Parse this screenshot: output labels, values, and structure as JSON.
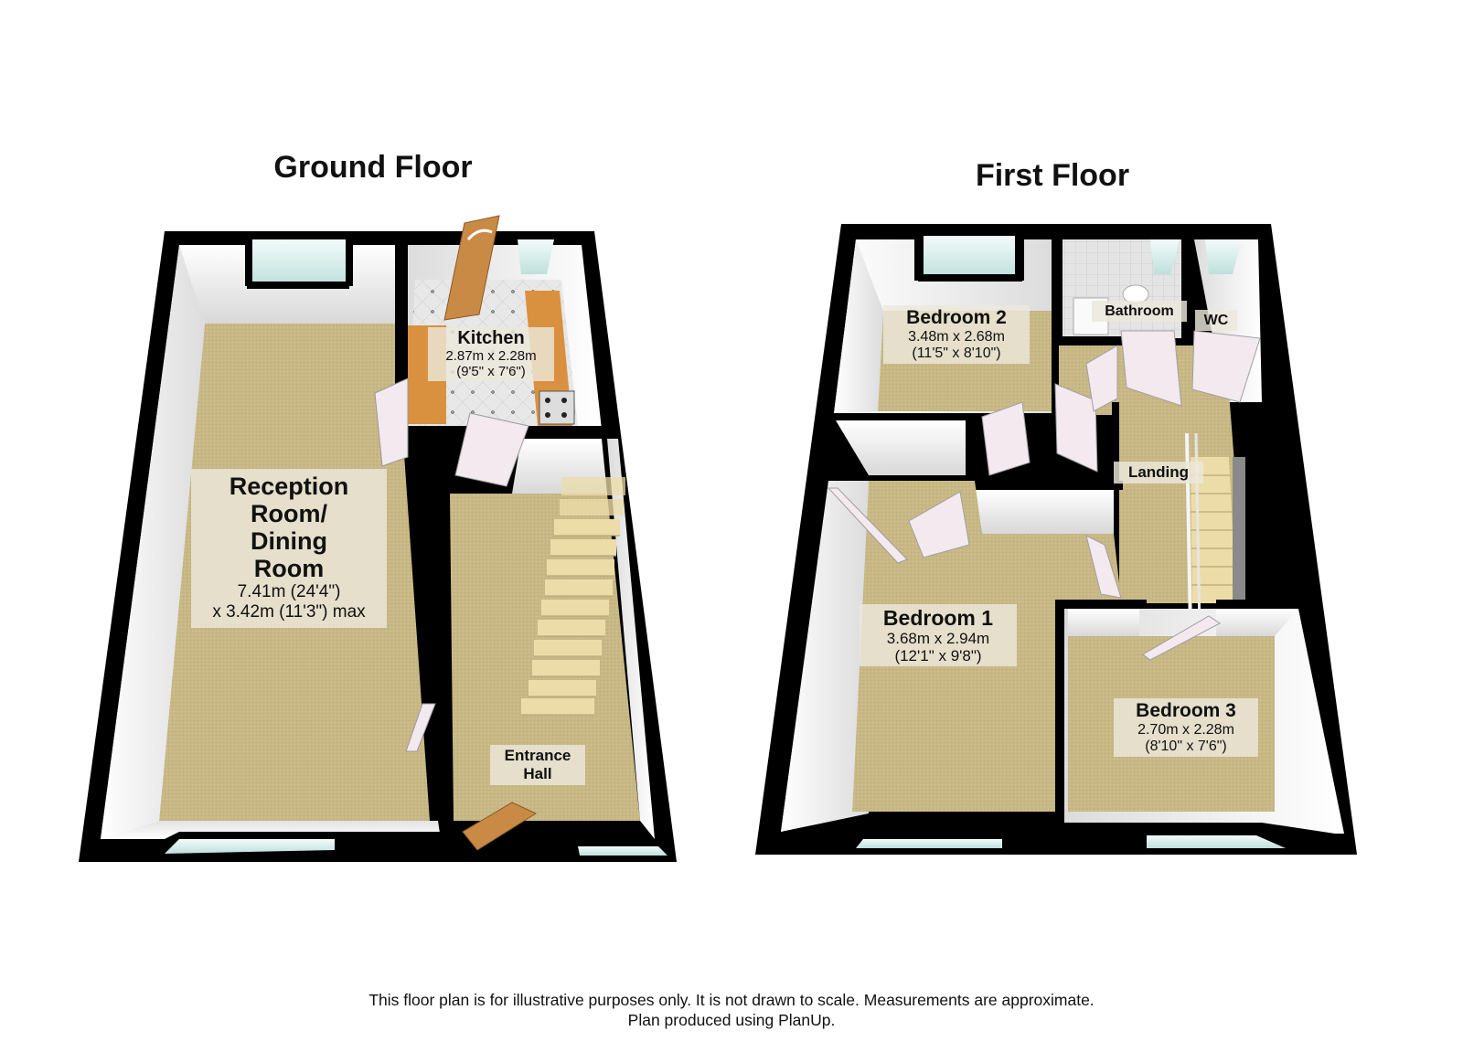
{
  "floors": [
    {
      "title": "Ground Floor",
      "rooms": [
        {
          "name": "Reception Room/ Dining Room",
          "name_lines": [
            "Reception",
            "Room/",
            "Dining",
            "Room"
          ],
          "dim_lines": [
            "7.41m (24'4\")",
            "x 3.42m (11'3\") max"
          ]
        },
        {
          "name": "Kitchen",
          "name_lines": [
            "Kitchen"
          ],
          "dim_lines": [
            "2.87m x 2.28m",
            "(9'5\" x 7'6\")"
          ]
        },
        {
          "name": "Entrance Hall",
          "name_lines": [
            "Entrance",
            "Hall"
          ],
          "dim_lines": []
        }
      ]
    },
    {
      "title": "First Floor",
      "rooms": [
        {
          "name": "Bedroom 2",
          "name_lines": [
            "Bedroom 2"
          ],
          "dim_lines": [
            "3.48m x 2.68m",
            "(11'5\" x 8'10\")"
          ]
        },
        {
          "name": "Bathroom",
          "name_lines": [
            "Bathroom"
          ],
          "dim_lines": []
        },
        {
          "name": "WC",
          "name_lines": [
            "WC"
          ],
          "dim_lines": []
        },
        {
          "name": "Landing",
          "name_lines": [
            "Landing"
          ],
          "dim_lines": []
        },
        {
          "name": "Bedroom 1",
          "name_lines": [
            "Bedroom 1"
          ],
          "dim_lines": [
            "3.68m x 2.94m",
            "(12'1\" x 9'8\")"
          ]
        },
        {
          "name": "Bedroom 3",
          "name_lines": [
            "Bedroom 3"
          ],
          "dim_lines": [
            "2.70m x 2.28m",
            "(8'10\" x 7'6\")"
          ]
        }
      ]
    }
  ],
  "footer": {
    "line1": "This floor plan is for illustrative purposes only. It is not drawn to scale. Measurements are approximate.",
    "line2": "Plan produced using PlanUp."
  },
  "colors": {
    "wall": "#000000",
    "floor_carpet": "#c9b98a",
    "wall_face": "#f2f2f2",
    "window_glass": "#cfe9e6",
    "worktop": "#d9913f",
    "door_wood": "#c98a45",
    "door_white": "#f3e9ee",
    "stairs": "#ecdca8",
    "label_bg": "#ece8da"
  }
}
